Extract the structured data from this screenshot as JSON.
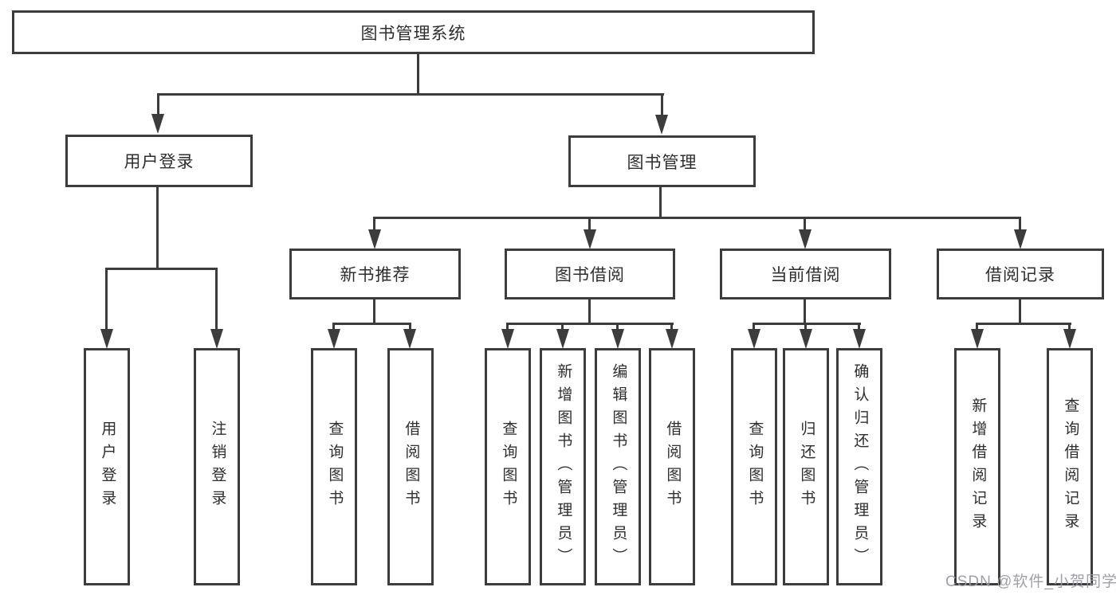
{
  "root": {
    "label": "图书管理系统"
  },
  "user_login": {
    "label": "用户登录",
    "children": [
      {
        "label": "用户登录"
      },
      {
        "label": "注销登录"
      }
    ]
  },
  "book_management": {
    "label": "图书管理",
    "sections": [
      {
        "label": "新书推荐",
        "children": [
          {
            "label": "查询图书"
          },
          {
            "label": "借阅图书"
          }
        ]
      },
      {
        "label": "图书借阅",
        "children": [
          {
            "label": "查询图书"
          },
          {
            "label": "新增图书（管理员）"
          },
          {
            "label": "编辑图书（管理员）"
          },
          {
            "label": "借阅图书"
          }
        ]
      },
      {
        "label": "当前借阅",
        "children": [
          {
            "label": "查询图书"
          },
          {
            "label": "归还图书"
          },
          {
            "label": "确认归还（管理员）"
          }
        ]
      },
      {
        "label": "借阅记录",
        "children": [
          {
            "label": "新增借阅记录"
          },
          {
            "label": "查询借阅记录"
          }
        ]
      }
    ]
  },
  "watermark": "CSDN @软件_小贺同学",
  "colors": {
    "line": "#3c3c3c",
    "text": "#2e2e2e",
    "background": "#ffffff",
    "watermark": "#9a9aa3"
  }
}
